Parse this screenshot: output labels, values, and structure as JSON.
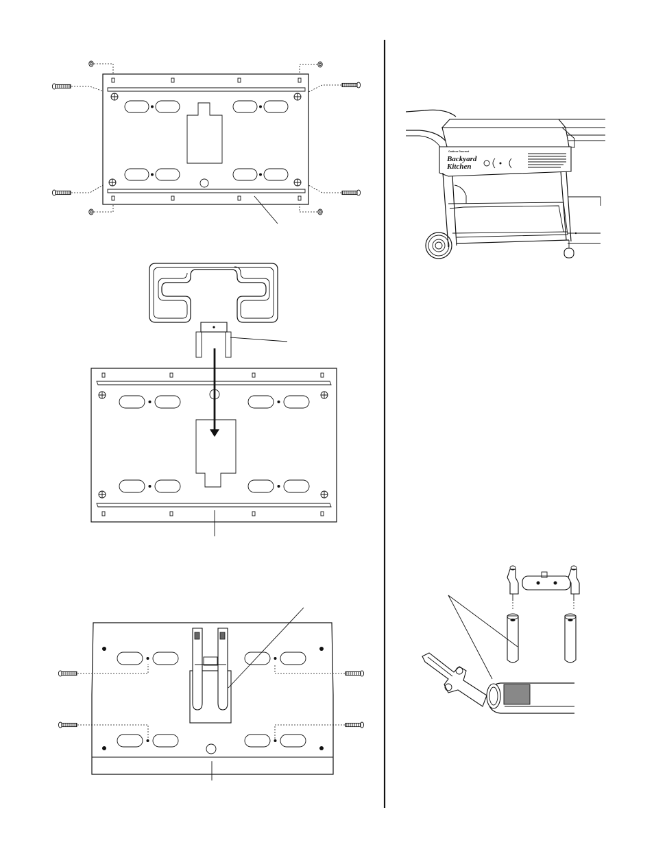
{
  "panel_label": {
    "brand_line1": "Backyard",
    "brand_line2": "Kitchen",
    "brand_prefix": "Outdoor Gourmet"
  },
  "colors": {
    "ink": "#111111",
    "paper": "#ffffff",
    "hose_shade": "#888888"
  },
  "icons": [
    "screw-icon",
    "nut-icon",
    "handle-icon",
    "arrow-down-icon",
    "burner-tube-icon",
    "valve-icon"
  ]
}
